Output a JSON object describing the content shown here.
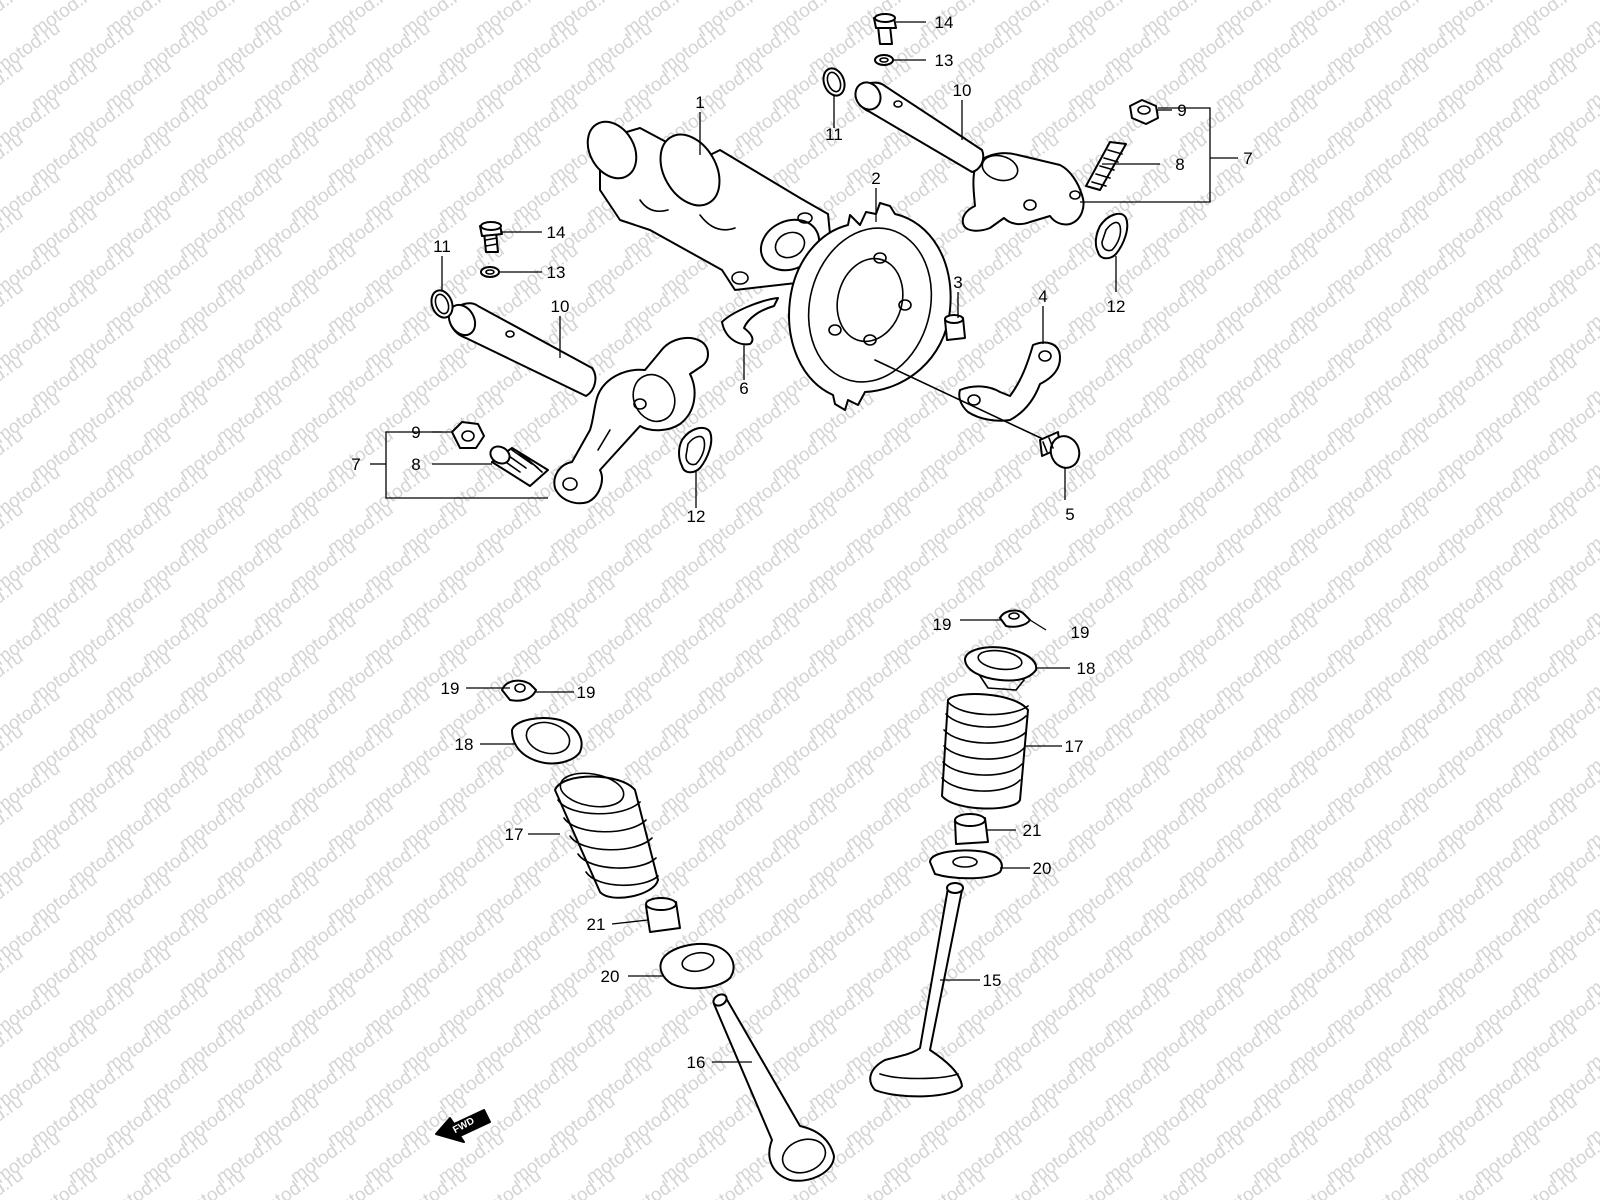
{
  "watermark": "motod.ru",
  "fwd_label": "FWD",
  "labels": {
    "l1": "1",
    "l2": "2",
    "l3": "3",
    "l4": "4",
    "l5": "5",
    "l6": "6",
    "l7a": "7",
    "l7b": "7",
    "l8a": "8",
    "l8b": "8",
    "l9a": "9",
    "l9b": "9",
    "l10a": "10",
    "l10b": "10",
    "l11a": "11",
    "l11b": "11",
    "l12a": "12",
    "l12b": "12",
    "l13a": "13",
    "l13b": "13",
    "l14a": "14",
    "l14b": "14",
    "l15": "15",
    "l16": "16",
    "l17a": "17",
    "l17b": "17",
    "l18a": "18",
    "l18b": "18",
    "l19a": "19",
    "l19b": "19",
    "l19c": "19",
    "l19d": "19",
    "l20a": "20",
    "l20b": "20",
    "l21a": "21",
    "l21b": "21"
  },
  "colors": {
    "line": "#000000",
    "watermark": "#d4d4d4",
    "background": "#ffffff"
  }
}
